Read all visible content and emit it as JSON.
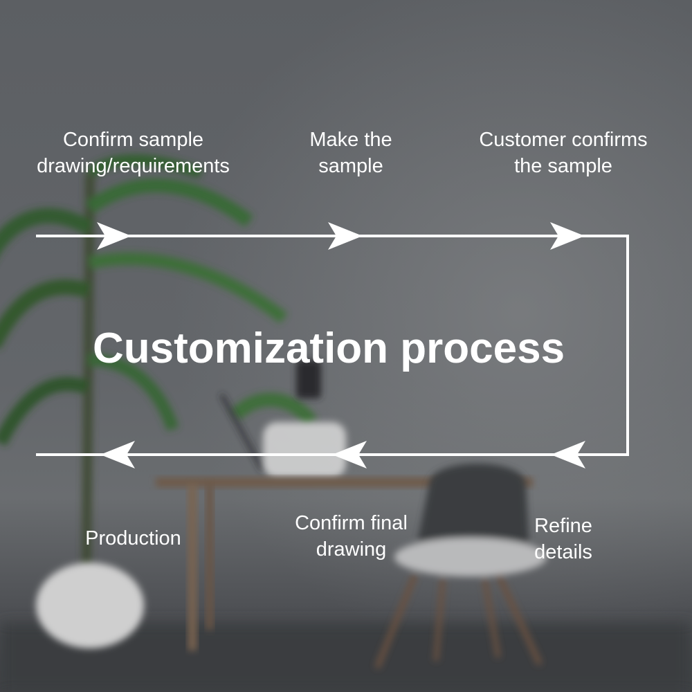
{
  "title": "Customization process",
  "steps_top": [
    {
      "lines": [
        "Confirm sample",
        "drawing/requirements"
      ]
    },
    {
      "lines": [
        "Make the",
        "sample"
      ]
    },
    {
      "lines": [
        "Customer confirms",
        "the sample"
      ]
    }
  ],
  "steps_bottom": [
    {
      "lines": [
        "Production"
      ]
    },
    {
      "lines": [
        "Confirm final",
        "drawing"
      ]
    },
    {
      "lines": [
        "Refine",
        "details"
      ]
    }
  ],
  "colors": {
    "line": "#ffffff",
    "text": "#ffffff",
    "background": "#606367"
  }
}
